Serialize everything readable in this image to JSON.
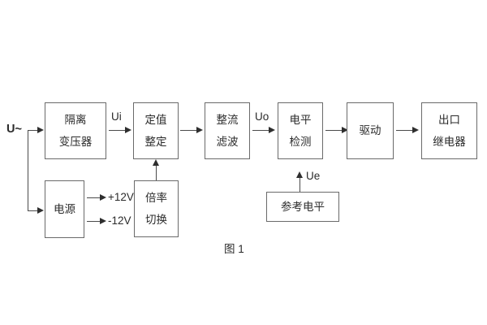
{
  "diagram": {
    "caption": "图 1",
    "input_label": "U~",
    "blocks": [
      {
        "id": "isolation-transformer",
        "lines": [
          "隔离",
          "变压器"
        ]
      },
      {
        "id": "setting-value",
        "lines": [
          "定值",
          "整定"
        ]
      },
      {
        "id": "rectifier-filter",
        "lines": [
          "整流",
          "滤波"
        ]
      },
      {
        "id": "level-detection",
        "lines": [
          "电平",
          "检测"
        ]
      },
      {
        "id": "driver",
        "lines": [
          "驱动"
        ]
      },
      {
        "id": "output-relay",
        "lines": [
          "出口",
          "继电器"
        ]
      },
      {
        "id": "power-supply",
        "lines": [
          "电源"
        ]
      },
      {
        "id": "multiplier-switch",
        "lines": [
          "倍率",
          "切换"
        ]
      },
      {
        "id": "reference-level",
        "lines": [
          "参考电平"
        ]
      }
    ],
    "signal_labels": {
      "ui": "Ui",
      "uo": "Uo",
      "ue": "Ue",
      "plus12v": "+12V",
      "minus12v": "-12V"
    }
  },
  "colors": {
    "box_border": "#6a6a6a",
    "line": "#4a4a4a",
    "text": "#2b2b2b",
    "background": "#ffffff"
  }
}
